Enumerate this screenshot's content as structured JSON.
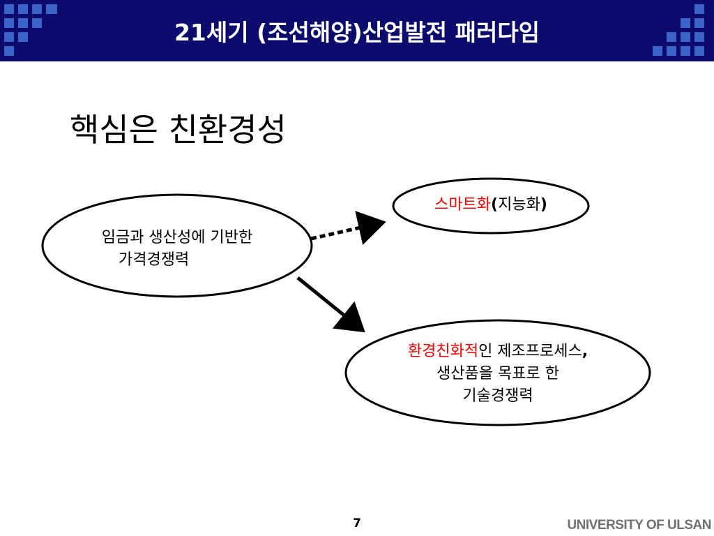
{
  "header": {
    "title": "21세기 (조선해양)산업발전 패러다임"
  },
  "slide": {
    "subtitle": "핵심은 친환경성"
  },
  "diagram": {
    "source_node": {
      "line1": "임금과 생산성에 기반한",
      "line2": "가격경쟁력"
    },
    "smart_node": {
      "highlight": "스마트화",
      "open_paren": "(",
      "rest": "지능화",
      "close_paren": ")"
    },
    "eco_node": {
      "highlight": "환경친화적",
      "line1_rest": "인 제조프로세스",
      "comma": ",",
      "line2": "생산품을 목표로 한",
      "line3": "기술경쟁력"
    },
    "colors": {
      "highlight": "#ff0000",
      "header_bg": "#0b0b6e",
      "header_squares": "#3c64c8"
    }
  },
  "footer": {
    "page_number": "7",
    "logo_text": "UNIVERSITY OF ULSAN"
  }
}
